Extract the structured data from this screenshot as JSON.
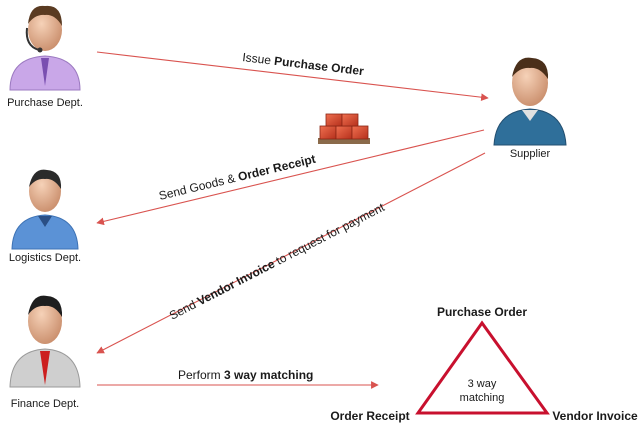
{
  "actors": {
    "purchase": "Purchase Dept.",
    "supplier": "Supplier",
    "logistics": "Logistics Dept.",
    "finance": "Finance Dept."
  },
  "arrows": {
    "purchase_order": {
      "pre": "Issue ",
      "bold": "Purchase Order",
      "post": ""
    },
    "goods_receipt": {
      "pre": "Send Goods & ",
      "bold": "Order Receipt",
      "post": ""
    },
    "vendor_invoice": {
      "pre": "Send ",
      "bold": "Vendor Invoice",
      "post": " to request for payment"
    },
    "matching": {
      "pre": "Perform ",
      "bold": "3 way matching",
      "post": ""
    }
  },
  "triangle": {
    "top": "Purchase Order",
    "left": "Order Receipt",
    "right": "Vendor Invoice",
    "center_line1": "3 way",
    "center_line2": "matching"
  },
  "colors": {
    "arrow": "#d9534f",
    "triangle": "#c8102e",
    "skin": "#e9b99a",
    "shirt_purchase": "#c9a7e8",
    "shirt_supplier": "#2f6f9a",
    "shirt_logistics": "#5b92d6",
    "shirt_finance": "#cfcfcf",
    "tie": "#cc1f1f",
    "boxes": "#d9472b"
  }
}
